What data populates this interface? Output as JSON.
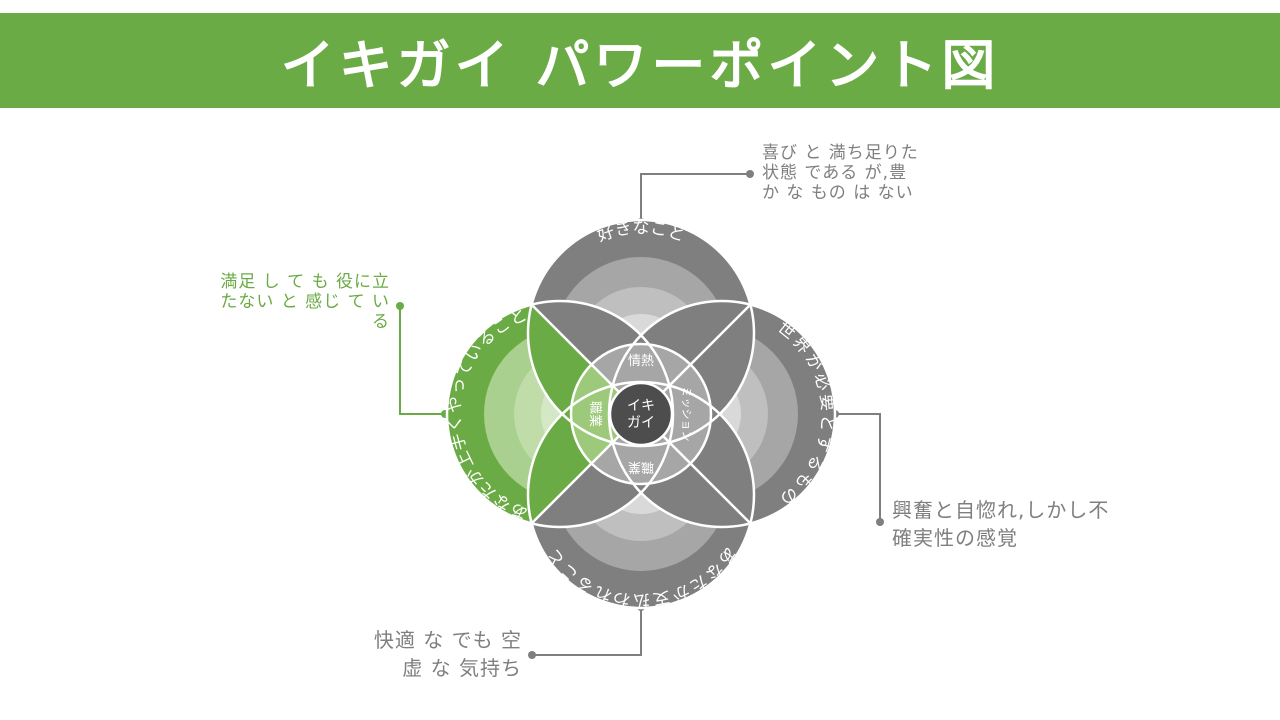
{
  "header": {
    "title": "イキガイ パワーポイント図"
  },
  "diagram": {
    "circles": {
      "top": "好きなこと",
      "right": "世界が必要とするもの",
      "bottom": "あなたが支払われること",
      "left": "あなたが上手くやっていること"
    },
    "inner": {
      "top": "情熱",
      "right": "ミッション",
      "bottom": "職業",
      "left": "職業"
    },
    "center": [
      "イキ",
      "ガイ"
    ]
  },
  "callouts": {
    "top": [
      "喜び と 満ち足りた",
      "状態 である が,豊",
      "か な もの は ない"
    ],
    "left": [
      "満足 し て も 役に立",
      "たない と 感じ て い",
      "る"
    ],
    "right": [
      "興奮と自惚れ,しかし不",
      "確実性の感覚"
    ],
    "bottom": [
      "快適 な でも 空",
      "虚 な 気持ち"
    ]
  },
  "colors": {
    "green": "#6aab45",
    "gray": "#7f7f7f"
  }
}
